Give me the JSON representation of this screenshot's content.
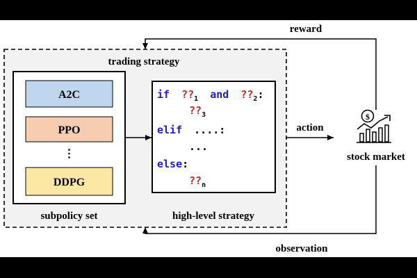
{
  "diagram": {
    "trading_strategy_label": "trading strategy",
    "subpolicy_set_label": "subpolicy set",
    "high_level_strategy_label": "high-level strategy",
    "subpolicies": [
      {
        "label": "A2C",
        "color": "#bed6ee"
      },
      {
        "label": "PPO",
        "color": "#f6cdb1"
      },
      {
        "label": "DDPG",
        "color": "#fde7a4"
      }
    ],
    "ellipsis": "⋮",
    "code": {
      "if": "if",
      "and": "and",
      "elif": "elif",
      "else": "else",
      "colon": ":",
      "unknown": "??",
      "sub1": "1",
      "sub2": "2",
      "sub3": "3",
      "subn": "n",
      "elif_dots": "....",
      "body_dots": "..."
    },
    "arrows": {
      "reward": "reward",
      "action": "action",
      "observation": "observation"
    },
    "market": {
      "label": "stock market",
      "coin_symbol": "$"
    },
    "colors": {
      "keyword": "#1f1fbf",
      "placeholder": "#c62828",
      "panel": "#f2f2f2"
    }
  }
}
